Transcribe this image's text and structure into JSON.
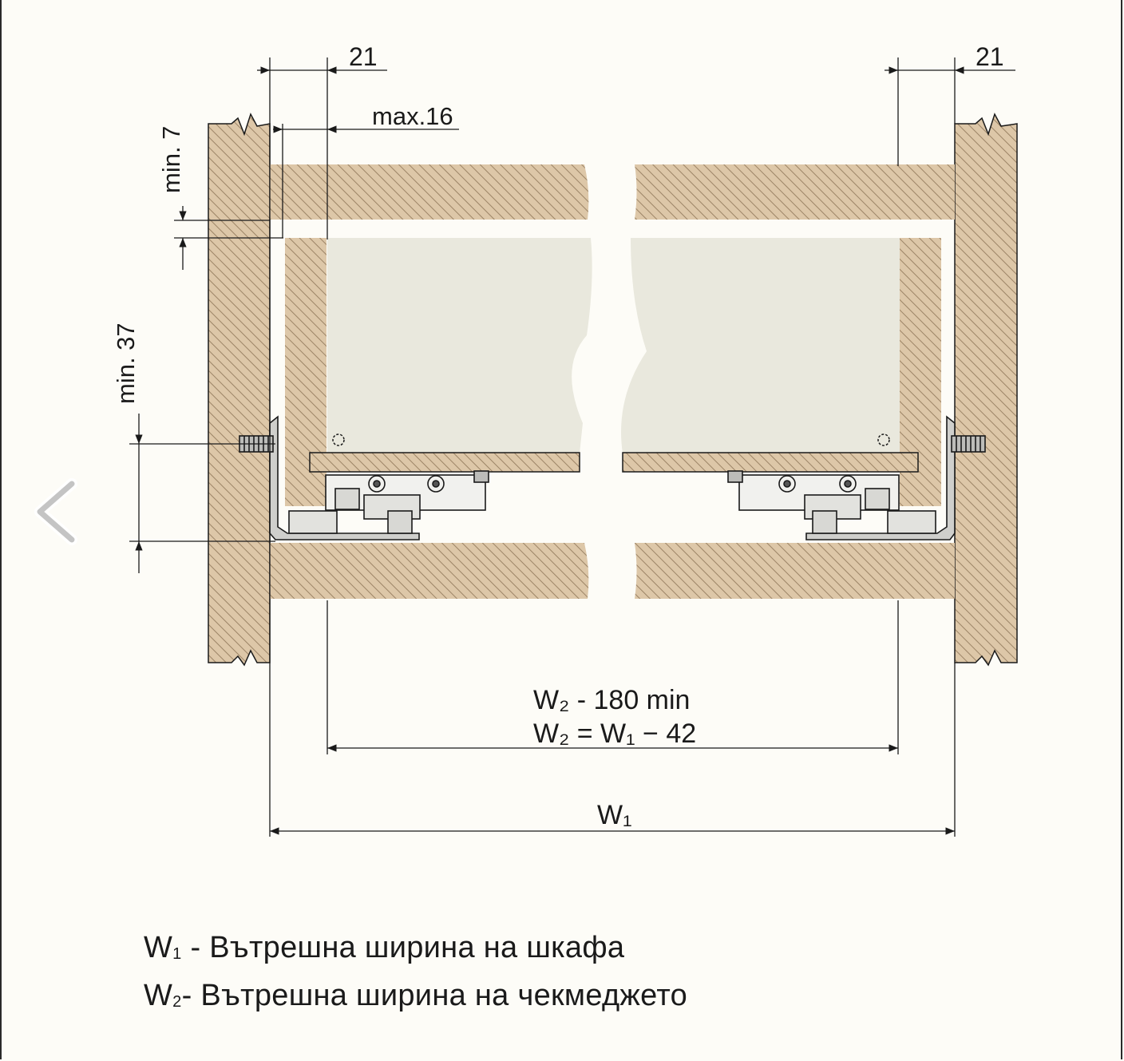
{
  "dimensions": {
    "top_left_width": "21",
    "top_right_width": "21",
    "max_gap": "max.16",
    "min_top": "min. 7",
    "min_runner": "min. 37",
    "w2_line1": "W₂ - 180 min",
    "w2_line2": "W₂ = W₁ − 42",
    "w1": "W₁"
  },
  "legend": {
    "w1_symbol": "W",
    "w1_sub": "1",
    "w1_desc": " - Вътрешна ширина на шкафа",
    "w2_symbol": "W",
    "w2_sub": "2",
    "w2_desc": "- Вътрешна ширина на чекмеджето"
  },
  "nav": {
    "prev_icon": "chevron-left-icon"
  },
  "colors": {
    "wood": "#ddc7a8",
    "hatch": "#9c8466",
    "drawer_panel": "#e9e8dd",
    "line": "#1a1a1a"
  }
}
